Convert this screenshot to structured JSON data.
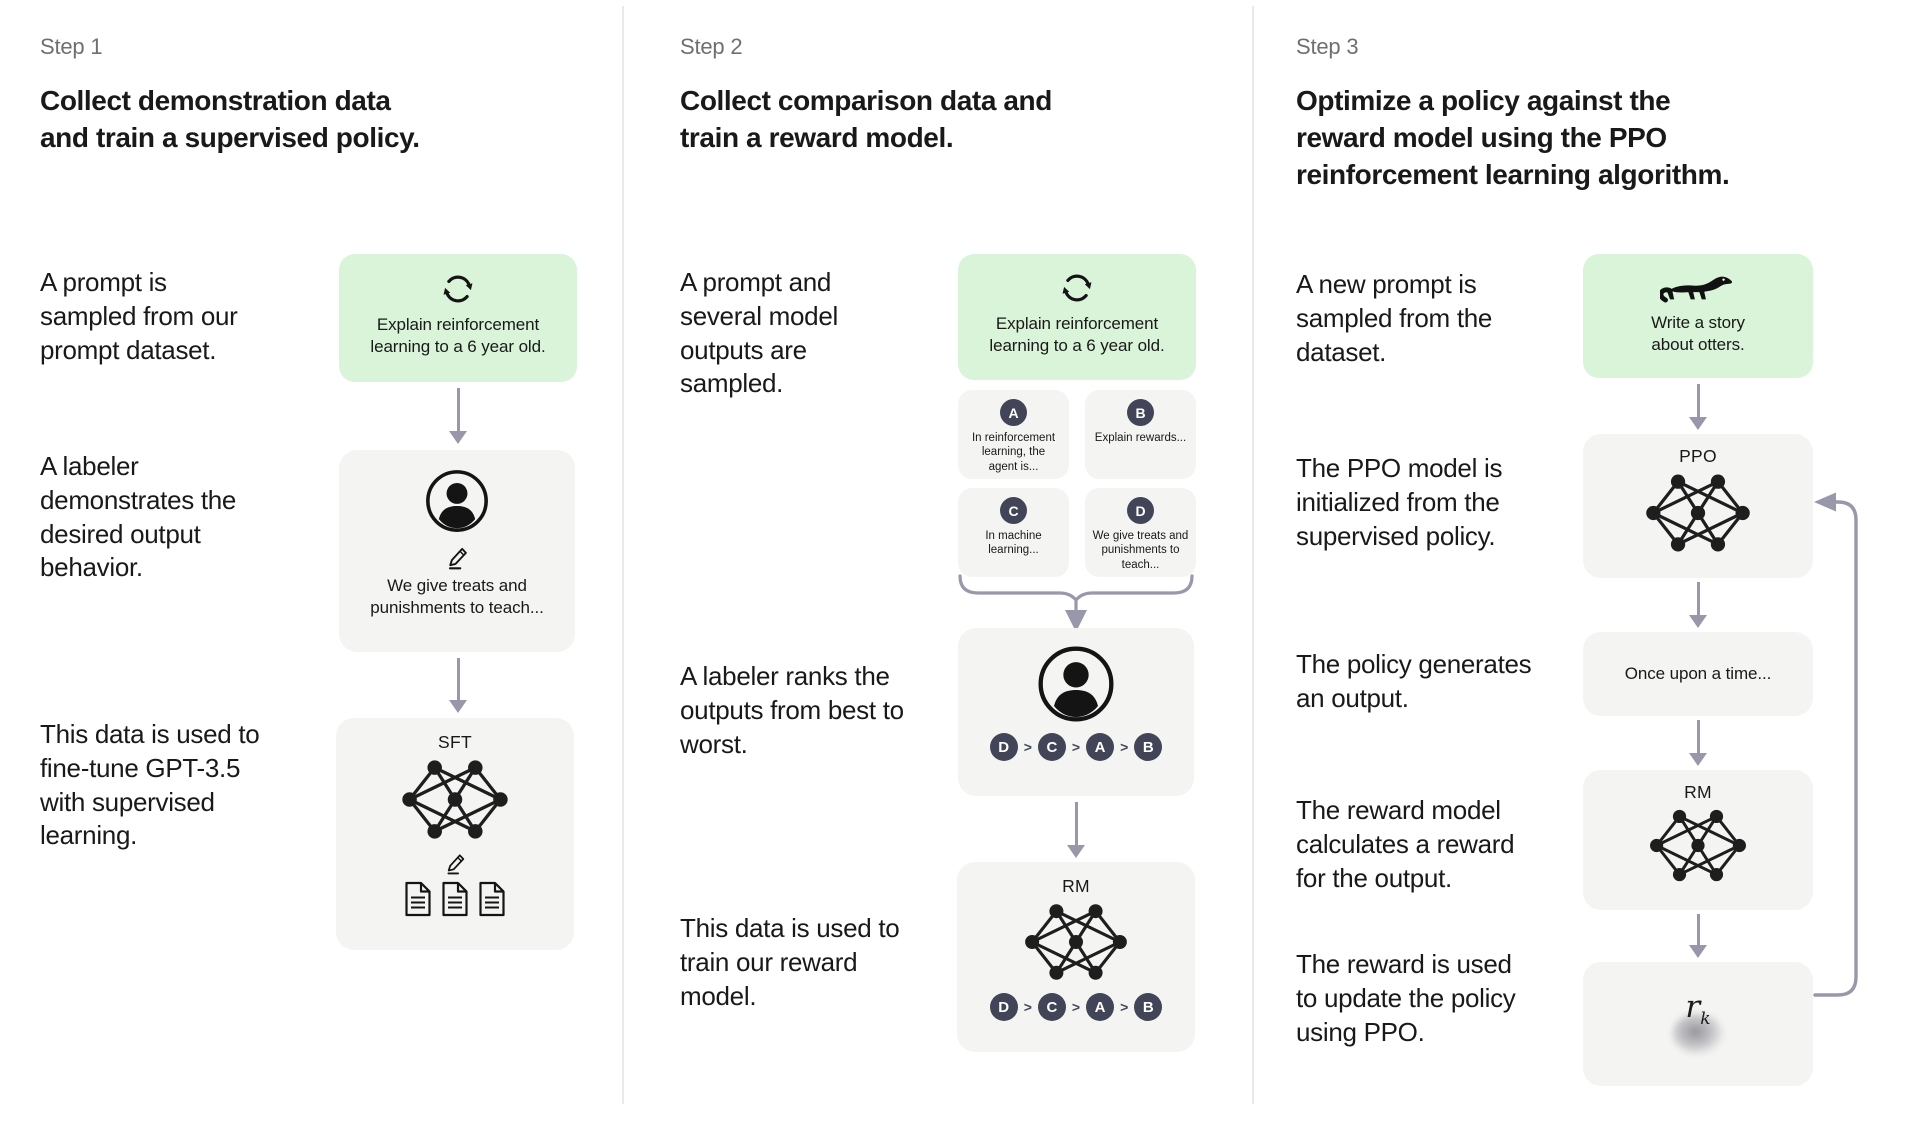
{
  "page": {
    "background": "#ffffff"
  },
  "colors": {
    "prompt_box_green": "#d9f4d9",
    "card_gray": "#f4f4f2",
    "badge_circle": "#414557",
    "arrow": "#9898aa",
    "step_label_gray": "#6f6f6f",
    "text": "#191919",
    "divider": "#e9e9e9"
  },
  "steps": [
    {
      "label": "Step 1",
      "title": "Collect demonstration data and train a supervised policy.",
      "captions": [
        "A prompt is sampled from our prompt dataset.",
        "A labeler demonstrates the desired output behavior.",
        "This data is used to fine-tune GPT-3.5 with supervised learning."
      ],
      "prompt_box": {
        "icon": "refresh-cycle-icon",
        "text": "Explain reinforcement learning to a 6 year old."
      },
      "labeler_box": {
        "icons": [
          "person-icon",
          "pencil-icon"
        ],
        "text": "We give treats and punishments to teach..."
      },
      "model_box": {
        "label": "SFT",
        "icons": [
          "neural-network-icon",
          "pencil-icon",
          "documents-icon"
        ]
      }
    },
    {
      "label": "Step 2",
      "title": "Collect comparison data and train a reward model.",
      "captions": [
        "A prompt and several model outputs are sampled.",
        "A labeler ranks the outputs from best to worst.",
        "This data is used to train our reward model."
      ],
      "prompt_box": {
        "icon": "refresh-cycle-icon",
        "text": "Explain reinforcement learning to a 6 year old."
      },
      "outputs": [
        {
          "letter": "A",
          "text": "In reinforcement learning, the agent is..."
        },
        {
          "letter": "B",
          "text": "Explain rewards..."
        },
        {
          "letter": "C",
          "text": "In machine learning..."
        },
        {
          "letter": "D",
          "text": "We give treats and punishments to teach..."
        }
      ],
      "ranking": {
        "order": [
          "D",
          "C",
          "A",
          "B"
        ],
        "separator": ">"
      },
      "labeler_box": {
        "icon": "person-icon"
      },
      "model_box": {
        "label": "RM",
        "icon": "neural-network-icon"
      }
    },
    {
      "label": "Step 3",
      "title": "Optimize a policy against the reward model using the PPO reinforcement learning algorithm.",
      "captions": [
        "A new prompt is sampled from the dataset.",
        "The PPO model is initialized from the supervised policy.",
        "The policy generates an output.",
        "The reward model calculates a reward for the output.",
        "The reward is used to update the policy using PPO."
      ],
      "prompt_box": {
        "icon": "otter-icon",
        "text": "Write a story about otters."
      },
      "ppo_box": {
        "label": "PPO",
        "icon": "neural-network-icon"
      },
      "output_box": {
        "text": "Once upon a time..."
      },
      "rm_box": {
        "label": "RM",
        "icon": "neural-network-icon"
      },
      "reward_box": {
        "symbol": "r",
        "subscript": "k"
      }
    }
  ]
}
